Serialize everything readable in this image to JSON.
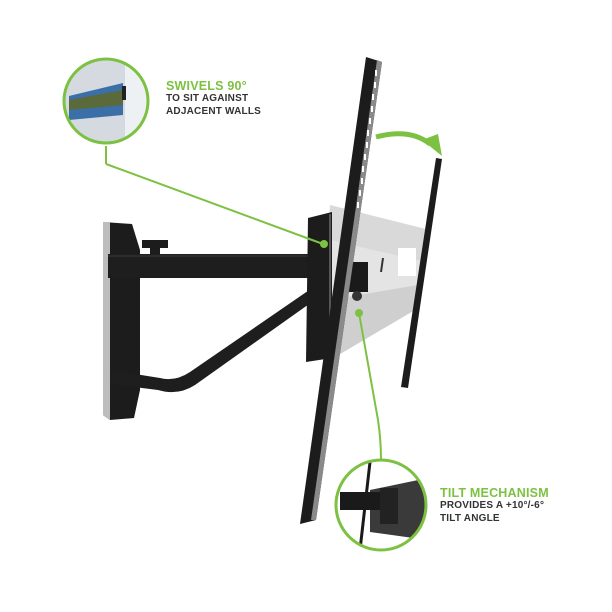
{
  "colors": {
    "accent_green": "#7dc142",
    "mount_black": "#1c1c1c",
    "plate_silver": "#d9d9d9",
    "text_dark": "#333333",
    "background": "#ffffff"
  },
  "callouts": [
    {
      "id": "swivel",
      "title": "SWIVELS 90°",
      "line1": "TO SIT AGAINST",
      "line2": "ADJACENT WALLS",
      "inset_image": "tv-on-adjacent-wall-thumbnail"
    },
    {
      "id": "tilt",
      "title": "TILT MECHANISM",
      "line1": "PROVIDES A +10°/-6°",
      "line2": "TILT ANGLE",
      "inset_image": "tilt-mechanism-closeup-thumbnail"
    }
  ],
  "annotations": {
    "rotation_arrow": "curved-arrow-right"
  }
}
